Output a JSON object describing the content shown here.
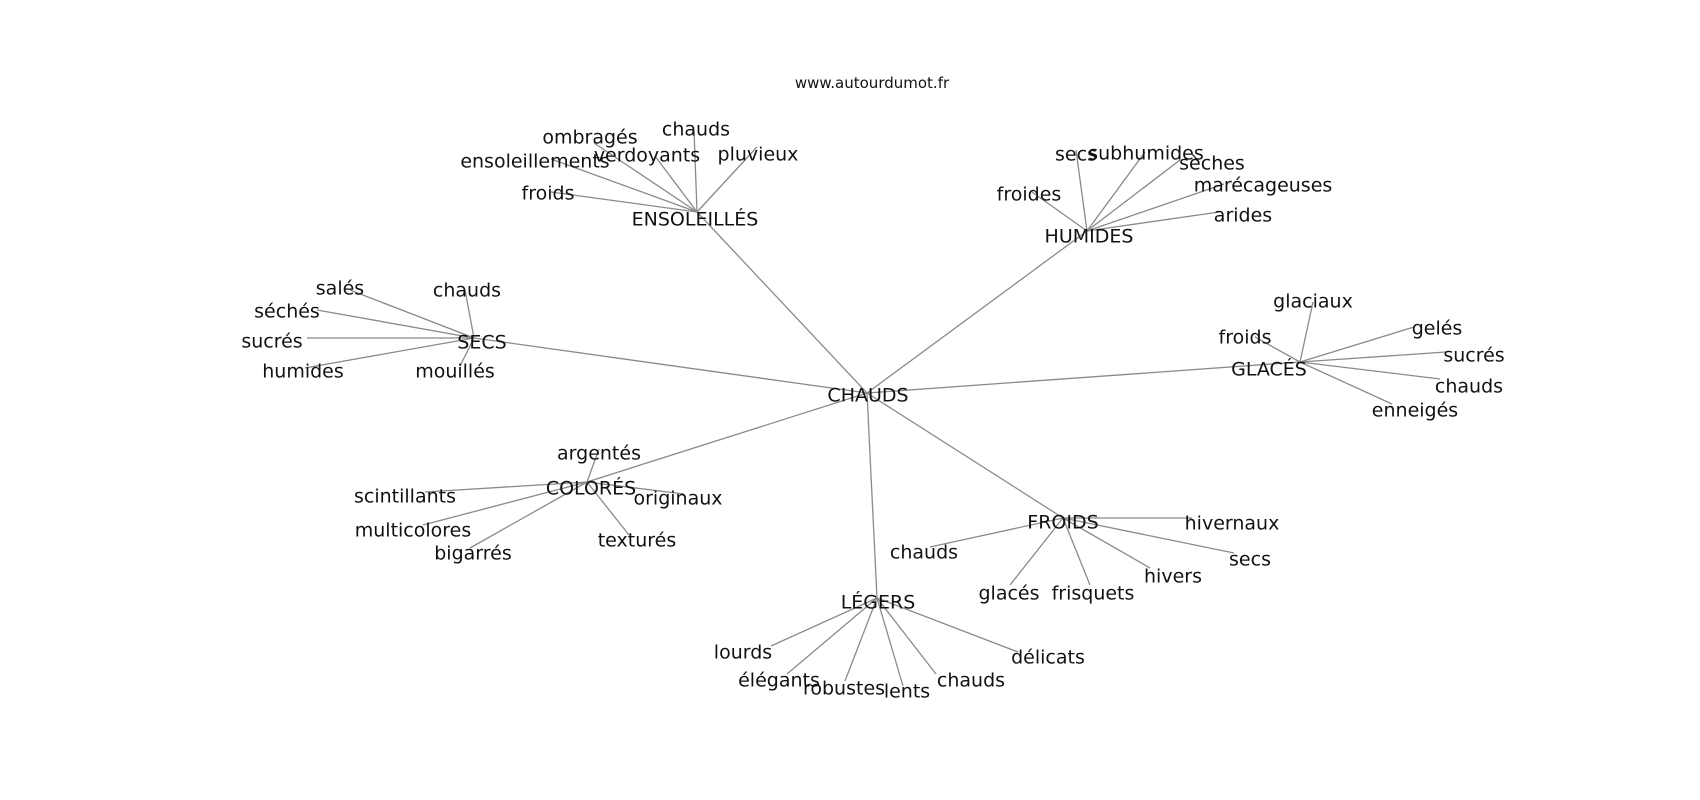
{
  "site_label": "www.autourdumot.fr",
  "colors": {
    "edge": "#8a8a8a",
    "text": "#111111",
    "background": "#ffffff"
  },
  "graph": {
    "center": "CHAUDS",
    "clusters": [
      {
        "id": "ensoleilles",
        "label": "ENSOLEILLÉS",
        "words": [
          "ombragés",
          "chauds",
          "verdoyants",
          "pluvieux",
          "ensoleillements",
          "froids"
        ]
      },
      {
        "id": "humides",
        "label": "HUMIDES",
        "words": [
          "secs",
          "subhumides",
          "sèches",
          "marécageuses",
          "froides",
          "arides"
        ]
      },
      {
        "id": "secs",
        "label": "SECS",
        "words": [
          "salés",
          "chauds",
          "séchés",
          "sucrés",
          "humides",
          "mouillés"
        ]
      },
      {
        "id": "glaces",
        "label": "GLACÉS",
        "words": [
          "glaciaux",
          "froids",
          "gelés",
          "sucrés",
          "chauds",
          "enneigés"
        ]
      },
      {
        "id": "colores",
        "label": "COLORÉS",
        "words": [
          "argentés",
          "scintillants",
          "originaux",
          "multicolores",
          "bigarrés",
          "texturés"
        ]
      },
      {
        "id": "froids",
        "label": "FROIDS",
        "words": [
          "hivernaux",
          "chauds",
          "secs",
          "hivers",
          "glacés",
          "frisquets"
        ]
      },
      {
        "id": "legers",
        "label": "LÉGERS",
        "words": [
          "lourds",
          "délicats",
          "élégants",
          "chauds",
          "robustes",
          "lents"
        ]
      }
    ]
  }
}
